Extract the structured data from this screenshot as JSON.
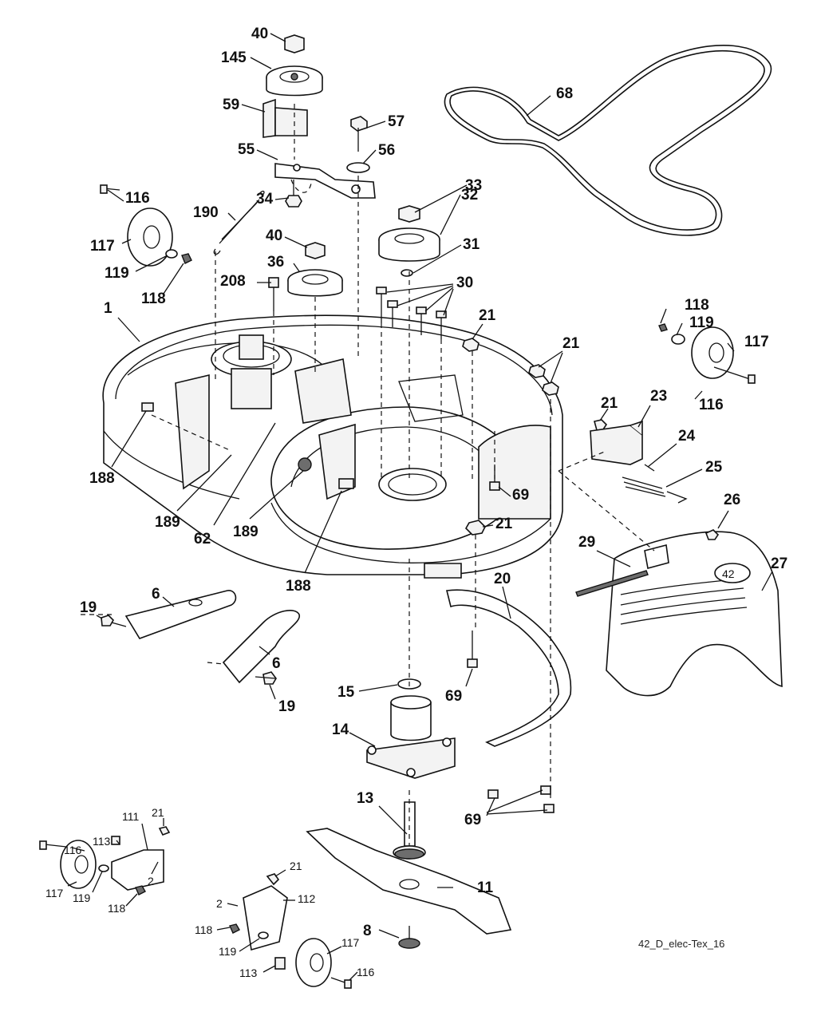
{
  "diagram": {
    "figure_id": "42_D_elec-Tex_16",
    "part_labels": [
      "40",
      "145",
      "59",
      "55",
      "57",
      "56",
      "34",
      "68",
      "33",
      "32",
      "31",
      "116",
      "117",
      "119",
      "118",
      "190",
      "40",
      "36",
      "208",
      "30",
      "1",
      "21",
      "21",
      "118",
      "119",
      "117",
      "116",
      "21",
      "23",
      "24",
      "25",
      "69",
      "188",
      "189",
      "62",
      "189",
      "21",
      "26",
      "29",
      "27",
      "188",
      "20",
      "6",
      "19",
      "6",
      "19",
      "15",
      "69",
      "14",
      "13",
      "69",
      "11",
      "8",
      "116",
      "113",
      "111",
      "21",
      "117",
      "119",
      "118",
      "2",
      "21",
      "2",
      "112",
      "118",
      "119",
      "117",
      "113",
      "116"
    ]
  }
}
